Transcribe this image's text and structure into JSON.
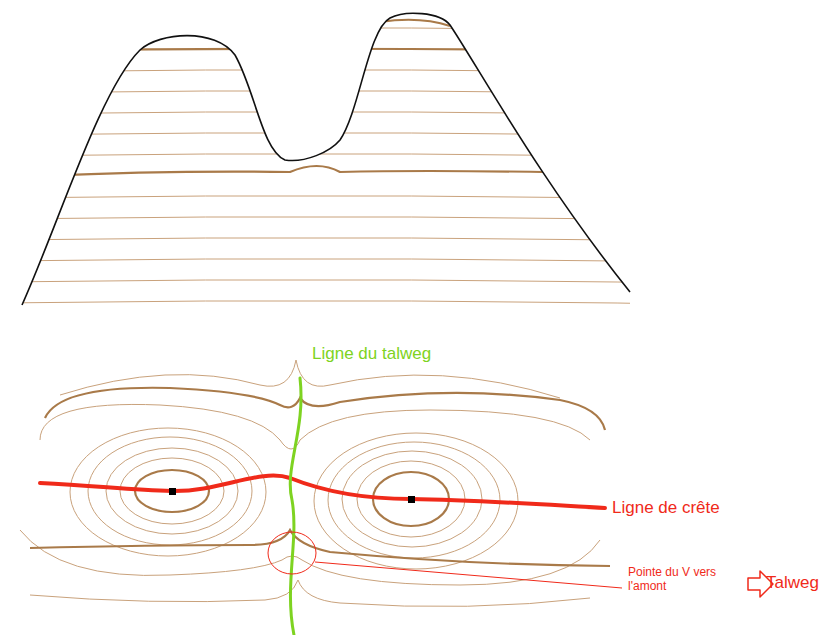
{
  "diagram": {
    "labels": [
      "Ligne du talweg",
      "Ligne de crête",
      "Pointe du V vers l'amont",
      "Talweg"
    ]
  }
}
